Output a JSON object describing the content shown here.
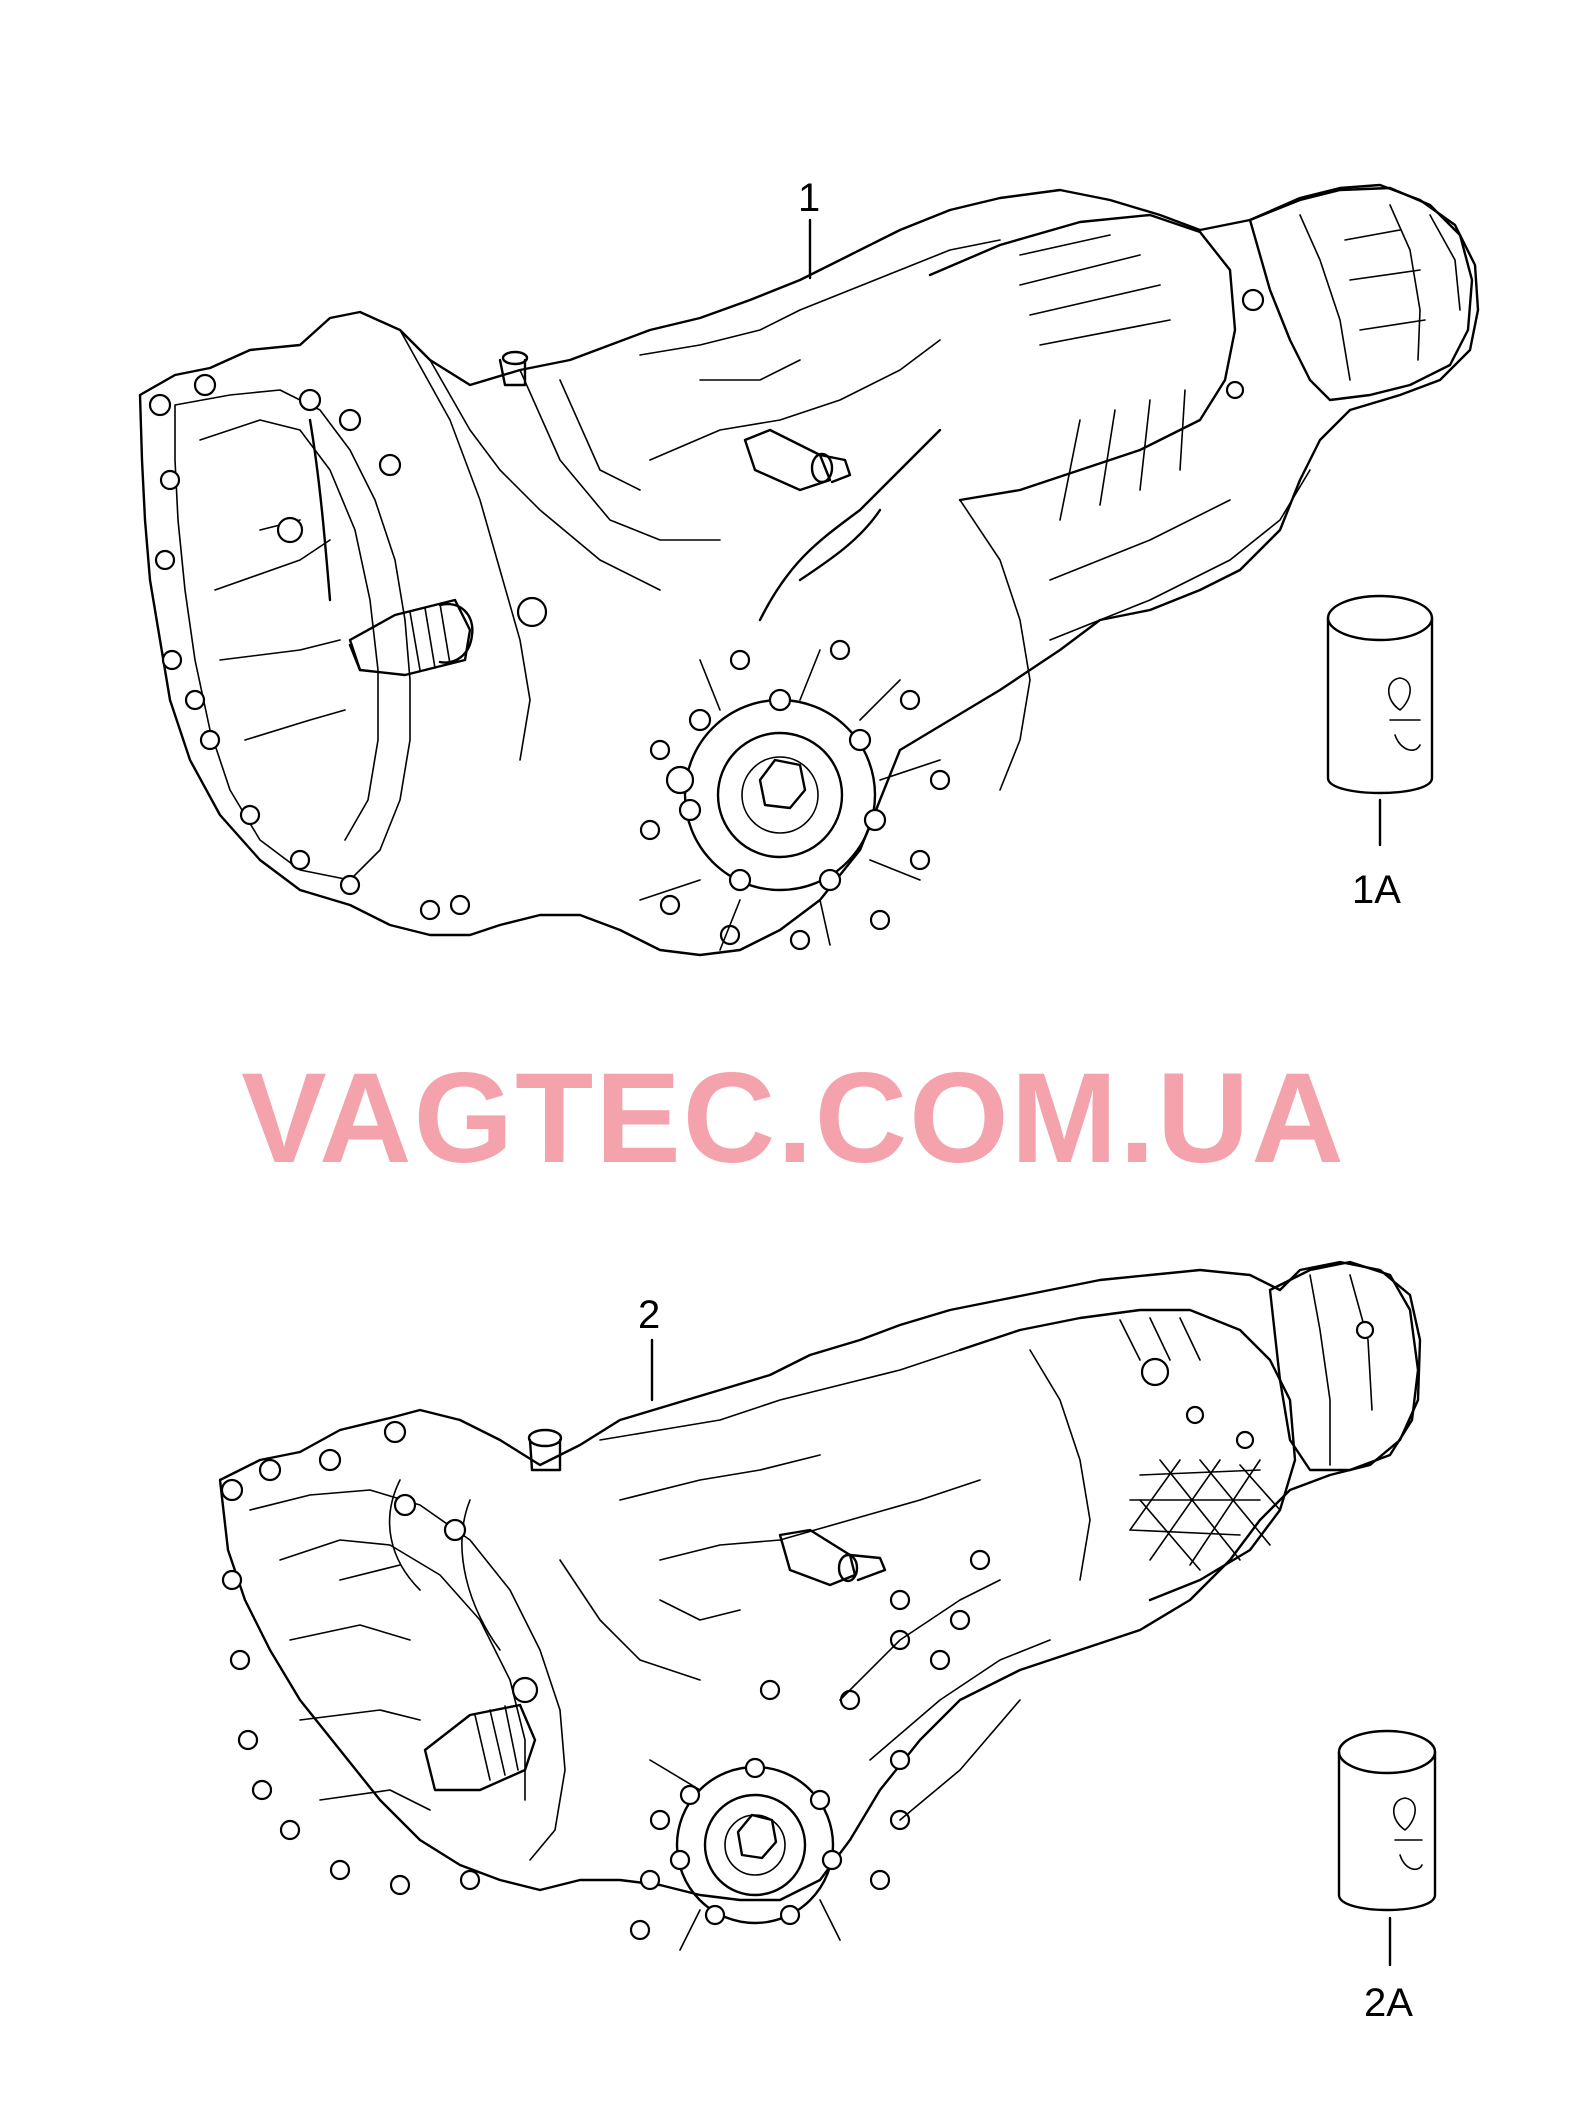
{
  "callouts": {
    "part_1": "1",
    "part_1a": "1A",
    "part_2": "2",
    "part_2a": "2A"
  },
  "watermark": "VAGTEC.COM.UA",
  "icons": [
    "transmission-assembly-drawing",
    "oil-can-drawing"
  ]
}
